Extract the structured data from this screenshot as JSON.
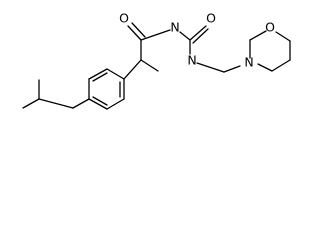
{
  "structure": {
    "atoms": {
      "o_amide": "O",
      "n_amide": "N",
      "o_urea": "O",
      "n_urea": "N",
      "n_morpholine": "N",
      "o_morpholine": "O"
    },
    "colors": {
      "bond": "#000000",
      "label": "#000000",
      "background": "#ffffff"
    }
  }
}
